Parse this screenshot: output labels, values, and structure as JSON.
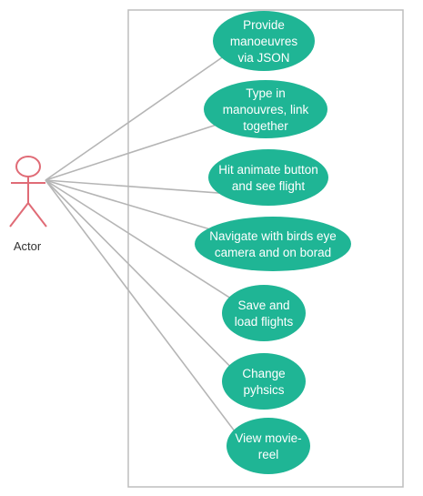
{
  "diagram": {
    "actor": {
      "label": "Actor",
      "color": "#e06b76"
    },
    "usecase_color": "#1fb595",
    "connector_color": "#b5b5b5",
    "boundary_color": "#bdbdbd",
    "use_cases": [
      {
        "lines": [
          "Provide",
          "manoeuvres",
          "via JSON"
        ]
      },
      {
        "lines": [
          "Type in",
          "manouvres, link",
          "together"
        ]
      },
      {
        "lines": [
          "Hit animate button",
          "and see flight"
        ]
      },
      {
        "lines": [
          "Navigate with birds eye",
          "camera and on borad"
        ]
      },
      {
        "lines": [
          "Save and",
          "load flights"
        ]
      },
      {
        "lines": [
          "Change",
          "pyhsics"
        ]
      },
      {
        "lines": [
          "View movie-",
          "reel"
        ]
      }
    ]
  }
}
